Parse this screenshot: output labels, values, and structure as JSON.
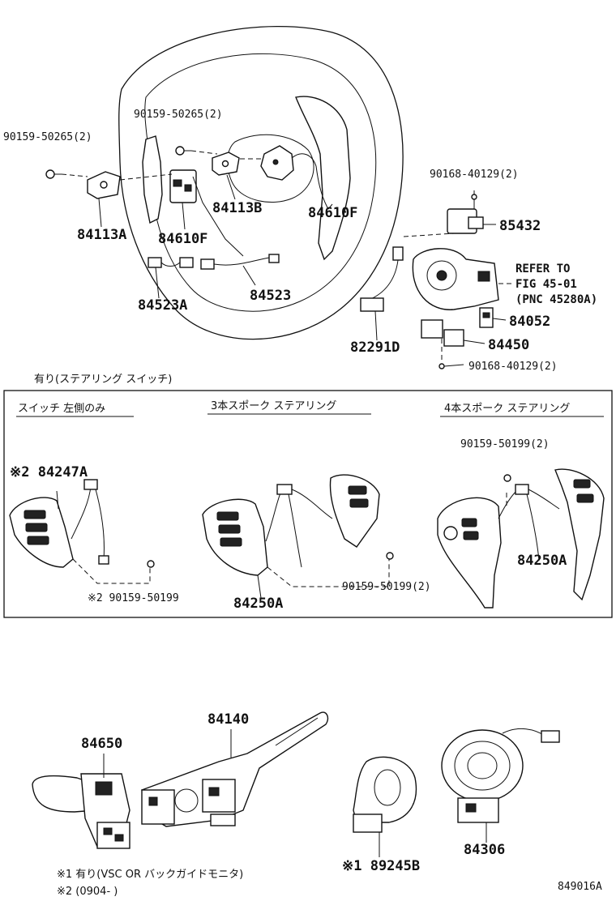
{
  "labels": {
    "p90159_50265_left": "90159-50265(2)",
    "p90159_50265_top": "90159-50265(2)",
    "p84113A": "84113A",
    "p84610F_left": "84610F",
    "p84113B": "84113B",
    "p84610F_right": "84610F",
    "p84523A": "84523A",
    "p84523": "84523",
    "p82291D": "82291D",
    "p90168_40129_top": "90168-40129(2)",
    "p85432": "85432",
    "refer_line1": "REFER TO",
    "refer_line2": "FIG 45-01",
    "refer_line3": "(PNC 45280A)",
    "p84052": "84052",
    "p84450": "84450",
    "p90168_40129_bottom": "90168-40129(2)",
    "box_title": "有り(ステアリング スイッチ)",
    "sec1_title": "スイッチ 左側のみ",
    "sec2_title": "3本スポーク ステアリング",
    "sec3_title": "4本スポーク ステアリング",
    "p84247A": "※2 84247A",
    "p90159_50199_note": "※2 90159-50199",
    "p84250A_mid": "84250A",
    "p90159_50199_mid": "90159-50199(2)",
    "p90159_50199_right": "90159-50199(2)",
    "p84250A_right": "84250A",
    "p84650": "84650",
    "p84140": "84140",
    "p89245B": "※1 89245B",
    "p84306": "84306",
    "note1": "※1 有り(VSC OR バックガイドモニタ)",
    "note2": "※2 (0904-      )",
    "fig_code": "849016A"
  }
}
